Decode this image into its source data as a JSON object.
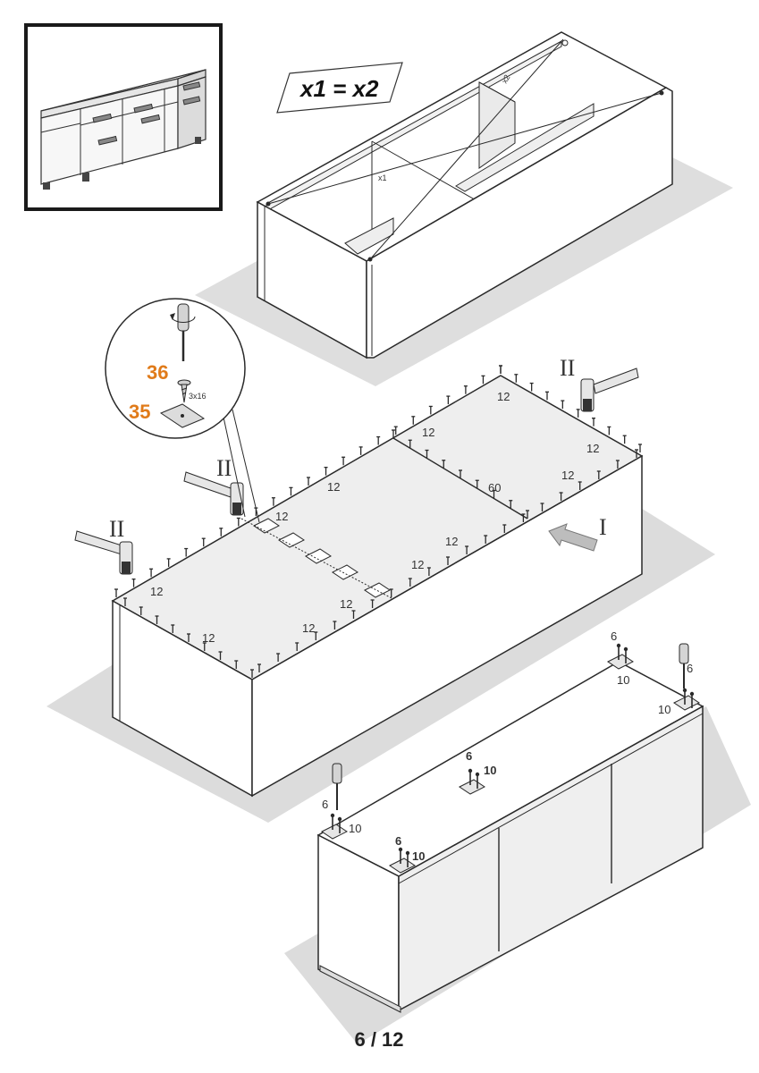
{
  "colors": {
    "accent": "#e07b1a",
    "shadow": "#dcdcdc",
    "line": "#2a2a2a"
  },
  "equation": "x1 = x2",
  "diagonal_label_1": "x1",
  "diagonal_label_2": "x2",
  "detail": {
    "part_screw": "36",
    "part_plate": "35",
    "screw_size": "3x16"
  },
  "clamp_labels": [
    "II",
    "II",
    "II"
  ],
  "push_label": "I",
  "top_qty": {
    "q1": "12",
    "q2": "12",
    "q3": "12",
    "q4": "12",
    "q5": "12",
    "q6": "12",
    "q7": "12",
    "q8": "12",
    "q9": "12",
    "q10": "12",
    "q11": "12",
    "q12": "12",
    "q13": "60"
  },
  "feet": {
    "back_right_a": "6",
    "back_right_b": "10",
    "far_right_a": "6",
    "far_right_b": "10",
    "mid_a": "6",
    "mid_b": "10",
    "left_a": "6",
    "left_b": "10",
    "front_a": "6",
    "front_b": "10"
  },
  "page_number": "6 / 12"
}
